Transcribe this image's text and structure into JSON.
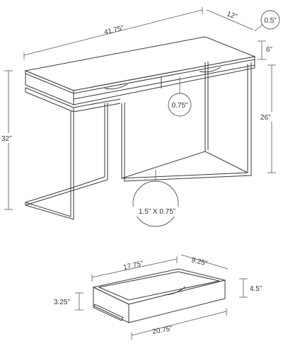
{
  "dimensions": {
    "width": "41.75”",
    "depth": "12”",
    "top_thickness": "0.5”",
    "apron_height": "6”",
    "total_height": "32”",
    "drawer_clearance": "26”",
    "metal_tube": "0.75”",
    "leg_profile": "1.5” X 0.75”"
  },
  "drawer": {
    "outer_width": "17.75”",
    "outer_depth": "9.25”",
    "outer_height": "4.5”",
    "inner_height": "3.25”",
    "inner_length": "20.75”"
  }
}
